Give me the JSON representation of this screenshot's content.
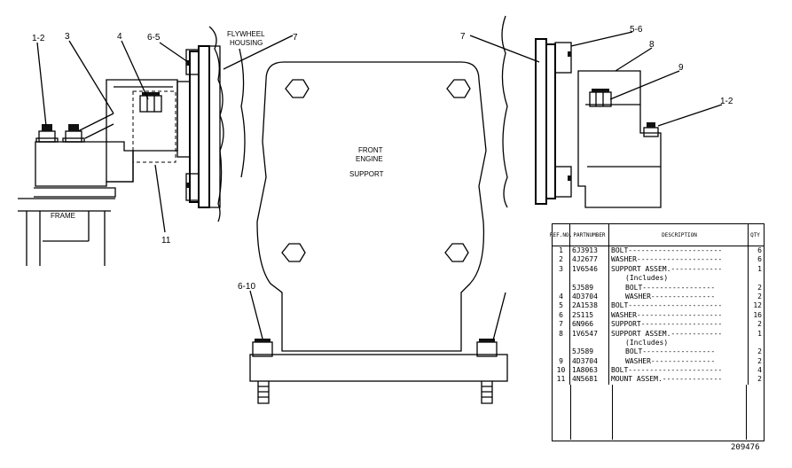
{
  "callouts": {
    "c1_2_left": "1-2",
    "c3": "3",
    "c4": "4",
    "c6_5": "6-5",
    "flywheel_housing": "FLYWHEEL\nHOUSING",
    "flywheel_line1": "FLYWHEEL",
    "flywheel_line2": "HOUSING",
    "c7_left": "7",
    "c7_right": "7",
    "c5_6": "5-6",
    "c8": "8",
    "c9": "9",
    "c1_2_right": "1-2",
    "front_engine_support_1": "FRONT",
    "front_engine_support_2": "ENGINE",
    "front_engine_support_3": "SUPPORT",
    "frame": "FRAME",
    "c11": "11",
    "c6_10": "6-10"
  },
  "table": {
    "headers": {
      "ref": "REF. NO.",
      "ref_l1": "REF.",
      "ref_l2": "NO.",
      "part_l1": "PART",
      "part_l2": "NUMBER",
      "desc": "DESCRIPTION",
      "qty": "QTY"
    },
    "rows": [
      {
        "ref": "1",
        "part": "6J3913",
        "desc": "BOLT----------------------",
        "qty": "6"
      },
      {
        "ref": "2",
        "part": "4J2677",
        "desc": "WASHER--------------------",
        "qty": "6"
      },
      {
        "ref": "3",
        "part": "1V6546",
        "desc": "SUPPORT ASSEM.------------",
        "qty": "1"
      },
      {
        "ref": "",
        "part": "",
        "desc": "(Includes)",
        "qty": "",
        "indent": true
      },
      {
        "ref": "",
        "part": "5J589",
        "desc": "BOLT-----------------",
        "qty": "2",
        "indent": true
      },
      {
        "ref": "4",
        "part": "4D3704",
        "desc": "WASHER---------------",
        "qty": "2",
        "indent": true
      },
      {
        "ref": "5",
        "part": "2A1538",
        "desc": "BOLT----------------------",
        "qty": "12"
      },
      {
        "ref": "6",
        "part": "2S115",
        "desc": "WASHER--------------------",
        "qty": "16"
      },
      {
        "ref": "7",
        "part": "6N966",
        "desc": "SUPPORT-------------------",
        "qty": "2"
      },
      {
        "ref": "8",
        "part": "1V6547",
        "desc": "SUPPORT ASSEM.------------",
        "qty": "1"
      },
      {
        "ref": "",
        "part": "",
        "desc": "(Includes)",
        "qty": "",
        "indent": true
      },
      {
        "ref": "",
        "part": "5J589",
        "desc": "BOLT-----------------",
        "qty": "2",
        "indent": true
      },
      {
        "ref": "9",
        "part": "4D3704",
        "desc": "WASHER---------------",
        "qty": "2",
        "indent": true
      },
      {
        "ref": "10",
        "part": "1A8063",
        "desc": "BOLT----------------------",
        "qty": "4"
      },
      {
        "ref": "11",
        "part": "4N5681",
        "desc": "MOUNT ASSEM.--------------",
        "qty": "2"
      }
    ]
  },
  "drawing_number": "209476"
}
